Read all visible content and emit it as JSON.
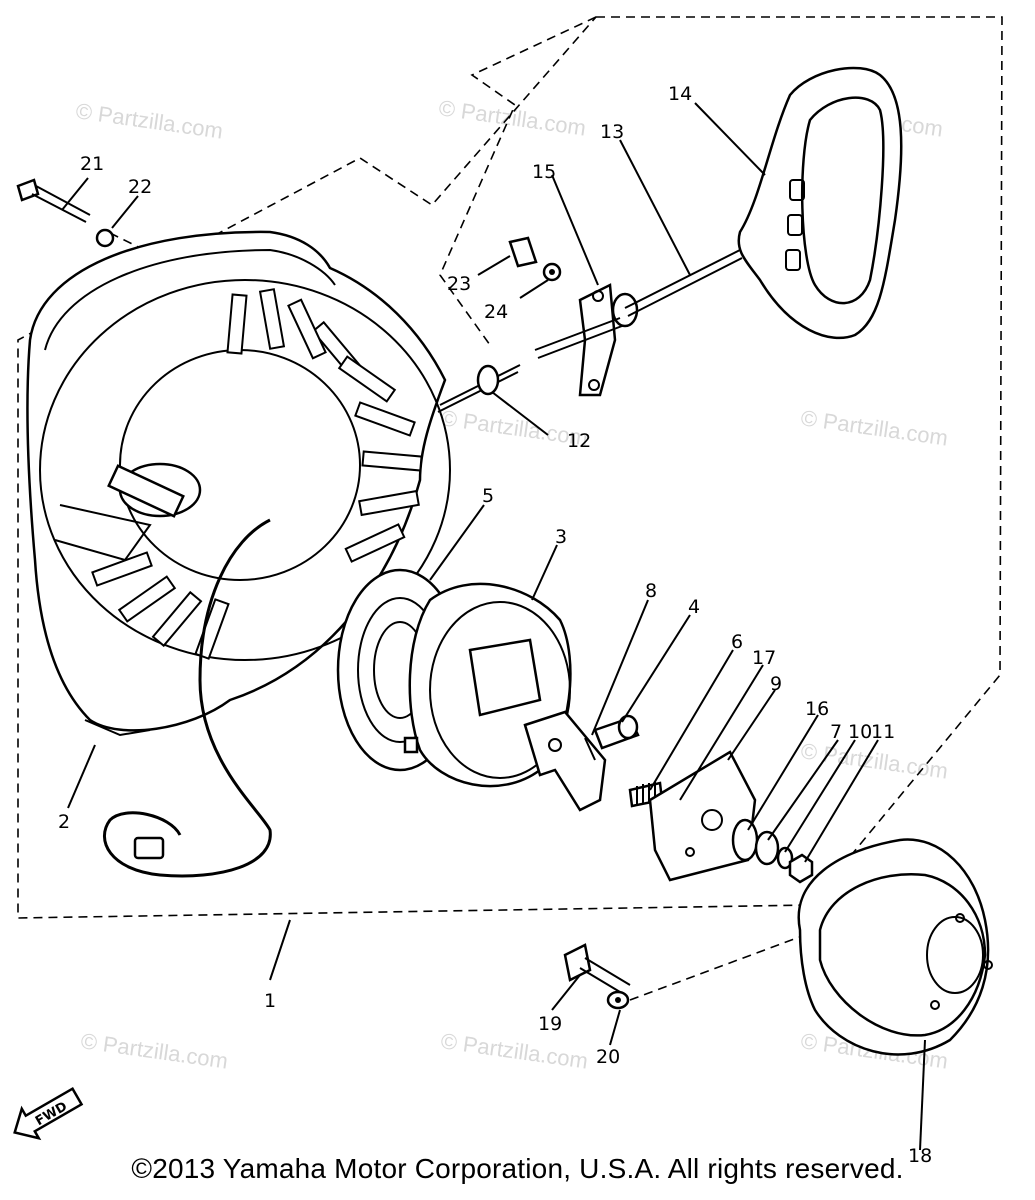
{
  "watermark": "© Partzilla.com",
  "fwd_label": "FWD",
  "copyright": "©2013  Yamaha Motor Corporation, U.S.A. All rights reserved.",
  "callouts": [
    "21",
    "22",
    "23",
    "24",
    "15",
    "13",
    "14",
    "12",
    "5",
    "3",
    "8",
    "4",
    "6",
    "17",
    "9",
    "16",
    "7",
    "10",
    "11",
    "2",
    "1",
    "19",
    "20",
    "18"
  ]
}
